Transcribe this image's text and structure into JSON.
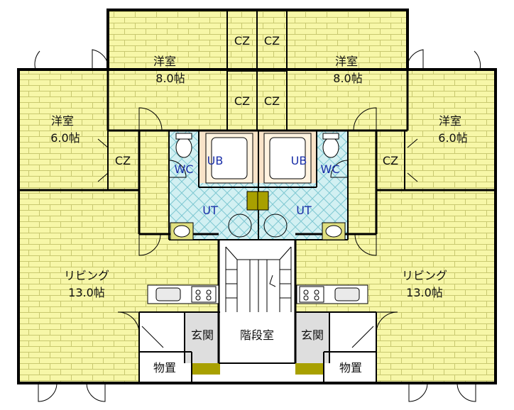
{
  "labels": {
    "room_western": "洋室",
    "size_8": "8.0帖",
    "size_6": "6.0帖",
    "living": "リビング",
    "size_13": "13.0帖",
    "closet": "CZ",
    "bath": "UB",
    "toilet": "WC",
    "utility": "UT",
    "entrance": "玄関",
    "stairwell": "階段室",
    "storage": "物置"
  },
  "colors": {
    "floor": "#f7f7a8",
    "floor_line": "#c8c870",
    "bath": "#f9e3c8",
    "utility": "#d2f0f2",
    "utility_hatch": "#7fc8d2",
    "entrance": "#dedede",
    "step": "#a8a000",
    "wall": "#000000",
    "label_blue": "#1a2fa8"
  }
}
